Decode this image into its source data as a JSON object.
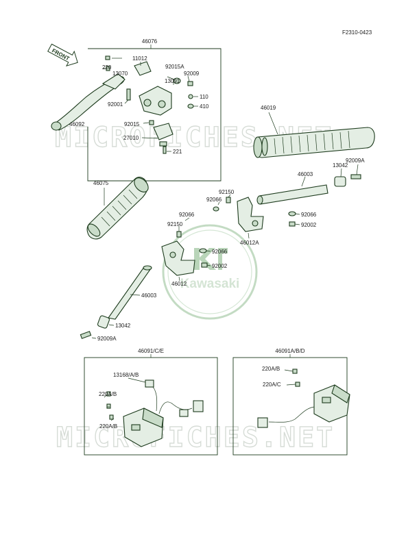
{
  "diagram_code": "F2310-0423",
  "front_marker": "FRONT",
  "watermark": "MICROFICHES.NET",
  "logo": {
    "text": "Kawasaki",
    "color": "#6aa86a"
  },
  "colors": {
    "ink": "#1c3a1c",
    "part_fill": "#e4eee4",
    "watermark": "#d6dcd6"
  },
  "groups": {
    "lever_assembly": "46076",
    "right_switch_box": "46091/C/E",
    "left_switch_box": "46091A/B/D"
  },
  "labels": {
    "p220": "220",
    "p11012": "11012",
    "p13070": "13070",
    "p92015a": "92015A",
    "p92009_top": "92009",
    "p13091": "13091",
    "p110": "110",
    "p410": "410",
    "p92001": "92001",
    "p46092": "46092",
    "p92015": "92015",
    "p27010": "27010",
    "p221": "221",
    "p46019": "46019",
    "p13042_r": "13042",
    "p92009a_r": "92009A",
    "p46003_r": "46003",
    "p92150_r": "92150",
    "p92066_r1": "92066",
    "p92066_r2": "92066",
    "p92002_r": "92002",
    "p46012a": "46012A",
    "p46075": "46075",
    "p92066_l1": "92066",
    "p92150_l": "92150",
    "p92066_l2": "92066",
    "p92002_l": "92002",
    "p46012": "46012",
    "p46003_l": "46003",
    "p13042_l": "13042",
    "p92009a_l": "92009A",
    "p13168": "13168/A/B",
    "p220ab_1": "220A/B",
    "p220ab_2": "220A/B",
    "p220ab_3": "220A/B",
    "p220ac": "220A/C"
  }
}
